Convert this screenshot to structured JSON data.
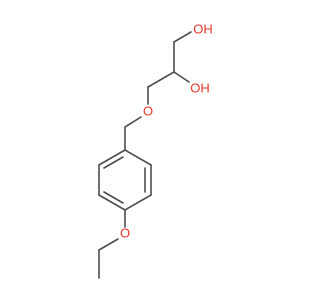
{
  "molecule": {
    "atom_labels": {
      "hydroxyl_top": "OH",
      "hydroxyl_middle": "OH",
      "ether_oxygen": "O",
      "ethoxy_oxygen": "O"
    },
    "colors": {
      "bond": "#4d4d4d",
      "oxygen": "#e8352a",
      "hydrogen_in_label": "#e8352a",
      "background": "#ffffff"
    }
  }
}
